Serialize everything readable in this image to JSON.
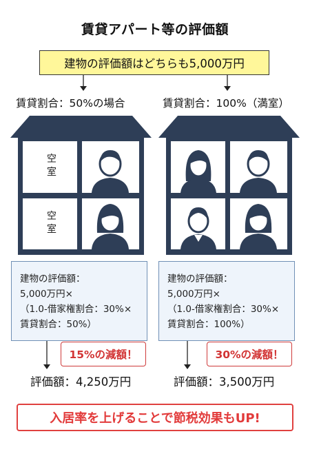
{
  "title": "賃貸アパート等の評価額",
  "headline": "建物の評価額はどちらも5,000万円",
  "left": {
    "rate_label": "賃貸割合：50%の場合",
    "vacant_label": "空\n室",
    "calc_lines": [
      "建物の評価額：",
      "5,000万円×",
      "（1.0-借家権割合：30%×",
      "賃貸割合：50%）"
    ],
    "reduction": "15%の減額！",
    "result": "評価額：4,250万円"
  },
  "right": {
    "rate_label": "賃貸割合：100%（満室）",
    "calc_lines": [
      "建物の評価額：",
      "5,000万円×",
      "（1.0-借家権割合：30%×",
      "賃貸割合：100%）"
    ],
    "reduction": "30%の減額！",
    "result": "評価額：3,500万円"
  },
  "conclusion": "入居率を上げることで節税効果もUP!",
  "colors": {
    "building": "#2e3e57",
    "highlight": "#fff79a",
    "accent_red": "#e0403f",
    "calc_bg": "#eef4fb"
  }
}
